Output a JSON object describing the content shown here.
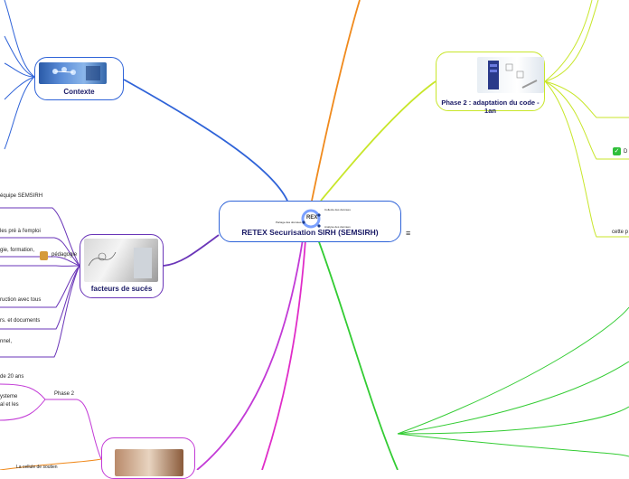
{
  "central": {
    "title": "RETEX Securisation SIRH (SEMSIRH)",
    "cycle_center": "REX",
    "cycle_steps": [
      "Collecte des données",
      "Analyse des données",
      "Partage des données"
    ],
    "menu_icon": "≡"
  },
  "nodes": {
    "contexte": "Contexte",
    "facteurs": "facteurs de sucés",
    "phase2": "Phase 2 : adaptation du code - 1an"
  },
  "facteurs_items": [
    "équipe SEMSIRH",
    "les pré à l'emploi",
    "gie, formation,",
    "pédagogie",
    "ruction avec tous",
    "rs. et documents",
    "nnel,"
  ],
  "bottom_left": {
    "item1": "de 20 ans",
    "label_phase2": "Phase 2",
    "item2a": "ysteme",
    "item2b": "al et les",
    "partial": "La cellule de soutien"
  },
  "right": {
    "item_check": "D",
    "item_cette": "cette p"
  },
  "icons": {
    "pedagogie": "teacher-icon",
    "check": "check-icon",
    "menu": "menu-icon"
  },
  "colors": {
    "blue": "#2f63d8",
    "purple": "#6a35b8",
    "magenta": "#c23ad6",
    "pink": "#e02cc8",
    "orange": "#f08a1d",
    "green": "#33cc33",
    "lime": "#c8e62a",
    "dark_text": "#1a1a66"
  }
}
